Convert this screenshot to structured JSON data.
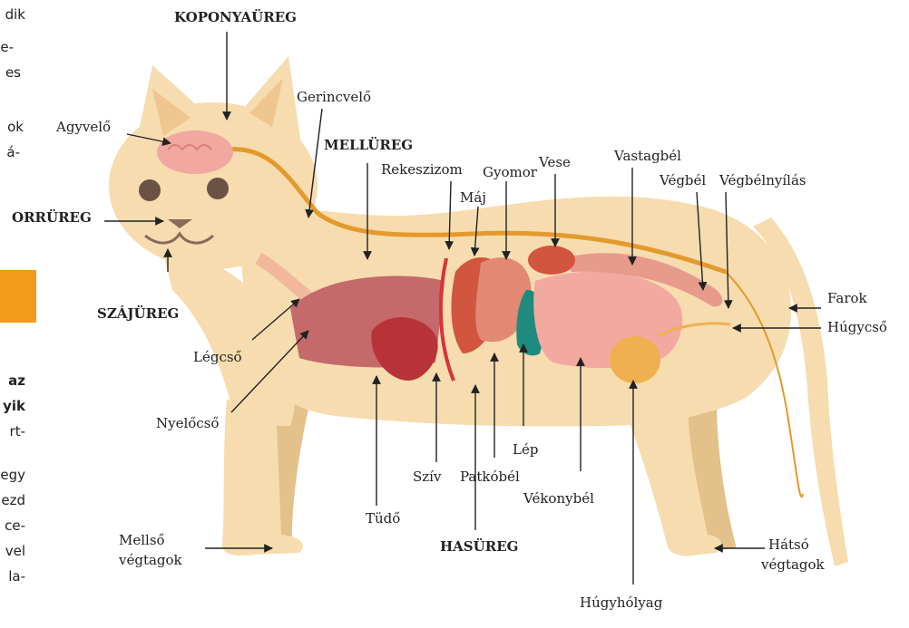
{
  "side_text": {
    "line1": "dik",
    "line2": "e-",
    "line3": "es",
    "line4": "ok",
    "line5": "á-",
    "line6": "az",
    "line7": "yik",
    "line8": "rt-",
    "line9": "egy",
    "line10": "ezd",
    "line11": "ce-",
    "line12": "vel",
    "line13": "la-"
  },
  "cavities": {
    "skull": "KOPONYAÜREG",
    "nasal": "ORRÜREG",
    "oral": "SZÁJÜREG",
    "thoracic": "MELLÜREG",
    "abdominal": "HASÜREG"
  },
  "labels": {
    "brain": "Agyvelő",
    "spinal_cord": "Gerincvelő",
    "diaphragm": "Rekeszizom",
    "liver": "Máj",
    "stomach": "Gyomor",
    "kidney": "Vese",
    "colon": "Vastagbél",
    "rectum": "Végbél",
    "anus": "Végbélnyílás",
    "tail": "Farok",
    "urethra": "Húgycső",
    "trachea": "Légcső",
    "esophagus": "Nyelőcső",
    "heart": "Szív",
    "duodenum": "Patkóbél",
    "spleen": "Lép",
    "small_intestine": "Vékonybél",
    "lung": "Tüdő",
    "forelimbs_1": "Mellső",
    "forelimbs_2": "végtagok",
    "hindlimbs_1": "Hátsó",
    "hindlimbs_2": "végtagok",
    "bladder": "Húgyhólyag"
  },
  "colors": {
    "body": "#f6dcae",
    "body_shadow": "#e9c893",
    "spine": "#e39a2c",
    "brain": "#f0a8a0",
    "lung": "#c46a6a",
    "heart": "#b8323a",
    "liver": "#d2553f",
    "stomach": "#e28873",
    "intestine": "#f2a9a0",
    "spleen": "#1f8a7e",
    "kidney": "#d2553f",
    "bladder": "#f0b04f",
    "accent": "#f39a1d"
  }
}
